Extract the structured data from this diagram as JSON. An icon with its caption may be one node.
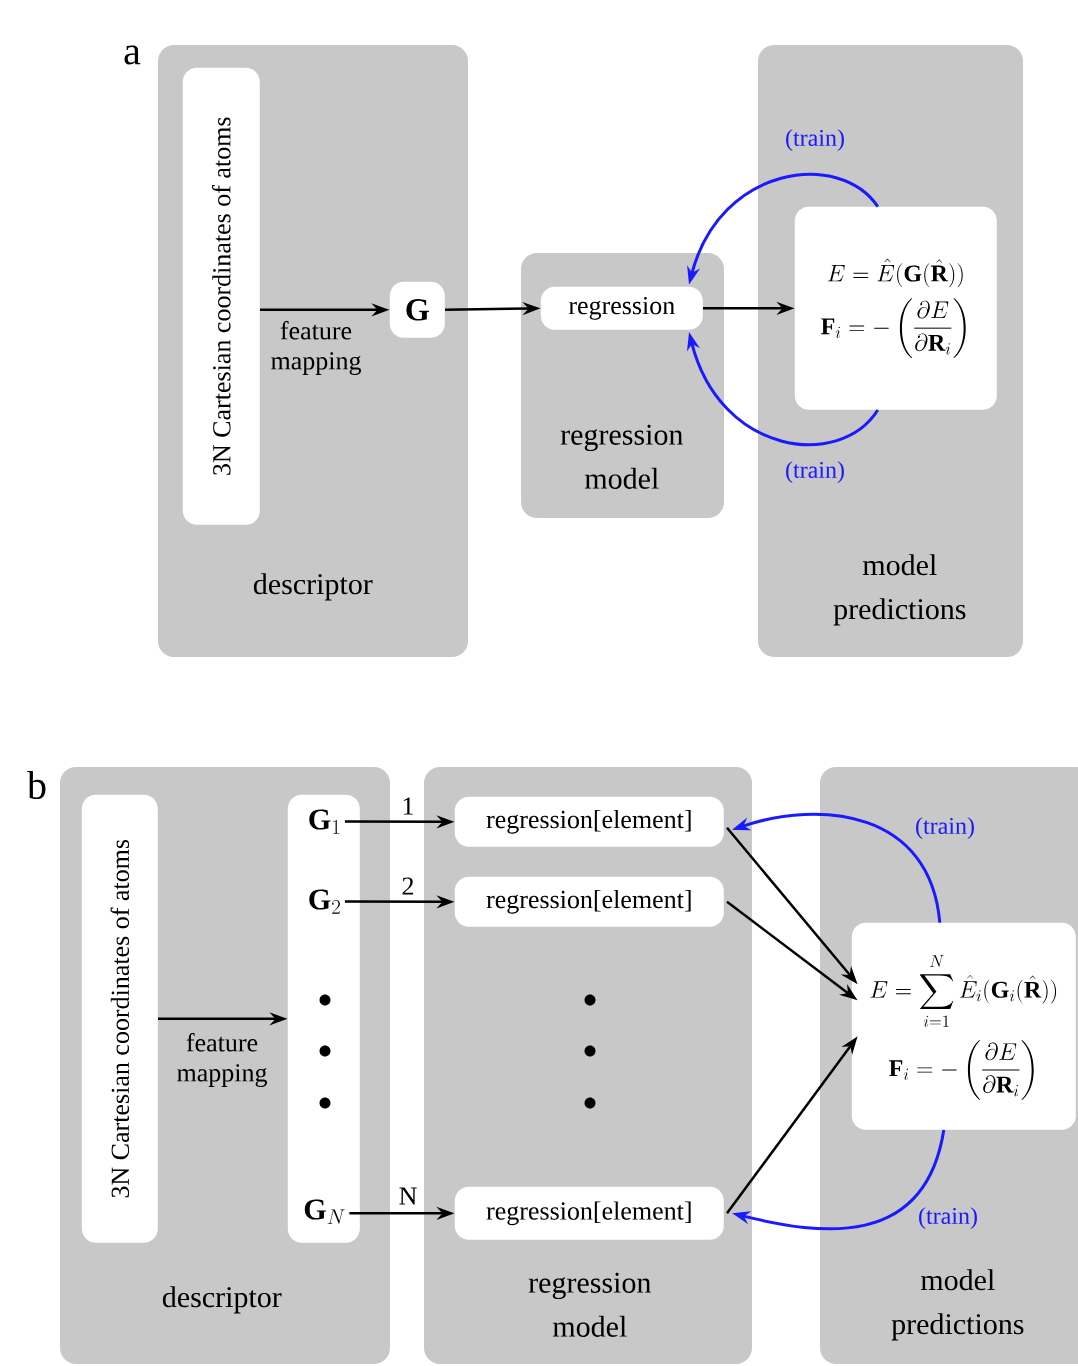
{
  "diagram": {
    "nodes": [
      {
        "text": [
          "descriptor"
        ]
      },
      {
        "text": [
          "3N Cartesian coordinates of atoms"
        ],
        "in": 0
      },
      {
        "text": [
          "\\mathbf{G}"
        ],
        "in": 0
      },
      {
        "text": [
          "regression model"
        ]
      },
      {
        "text": [
          "regression"
        ],
        "in": 3
      },
      {
        "text": [
          "model predictions"
        ]
      },
      {
        "text": [
          "E = \\hat{E}(\\mathbf{G}(\\hat{\\mathbf{R}}))",
          "\\mathbf{F}_i = -\\left(\\frac{\\partial E}{\\partial \\mathbf{R}_i}\\right)"
        ],
        "in": 5
      },
      {
        "text": [
          "descriptor"
        ]
      },
      {
        "text": [
          "3N Cartesian coordinates of atoms"
        ],
        "in": 7
      },
      {
        "text": [],
        "shape": "box",
        "in": 7
      },
      {
        "text": [
          "\\mathbf{G}_1"
        ],
        "in": 9
      },
      {
        "text": [
          "\\mathbf{G}_2"
        ],
        "in": 9
      },
      {
        "text": [
          "\\mathbf{G}_N"
        ],
        "in": 9
      },
      {
        "text": [
          "regression model"
        ]
      },
      {
        "text": [
          "regression[element]"
        ],
        "in": 13
      },
      {
        "text": [
          "regression[element]"
        ],
        "in": 13
      },
      {
        "text": [
          "regression[element]"
        ],
        "in": 13
      },
      {
        "text": [
          "model predictions"
        ]
      },
      {
        "text": [
          "E = \\sum_{i=1}^{N} \\hat{E}_i(\\mathbf{G}_i(\\hat{\\mathbf{R}}))",
          "\\mathbf{F}_i = -\\left(\\frac{\\partial E}{\\partial \\mathbf{R}_i}\\right)"
        ],
        "in": 17
      }
    ],
    "edges": [
      {
        "from": 1,
        "to": 2,
        "arrow": "to",
        "label": "feature mapping"
      },
      {
        "from": 2,
        "to": 4,
        "arrow": "to"
      },
      {
        "from": 4,
        "to": 6,
        "arrow": "to"
      },
      {
        "from": 6,
        "to": 4,
        "arrow": "to",
        "label": "(train)",
        "color": "#1a1aff"
      },
      {
        "from": 6,
        "to": 4,
        "arrow": "to",
        "label": "(train)",
        "color": "#1a1aff"
      },
      {
        "from": 8,
        "to": 9,
        "arrow": "to",
        "label": "feature mapping"
      },
      {
        "from": 10,
        "to": 14,
        "arrow": "to",
        "label": "1"
      },
      {
        "from": 11,
        "to": 15,
        "arrow": "to",
        "label": "2"
      },
      {
        "from": 12,
        "to": 16,
        "arrow": "to",
        "label": "N"
      },
      {
        "from": 14,
        "to": 18,
        "arrow": "to"
      },
      {
        "from": 15,
        "to": 18,
        "arrow": "to"
      },
      {
        "from": 16,
        "to": 18,
        "arrow": "to"
      },
      {
        "from": 18,
        "to": 14,
        "arrow": "to",
        "label": "(train)",
        "color": "#1a1aff"
      },
      {
        "from": 18,
        "to": 16,
        "arrow": "to",
        "label": "(train)",
        "color": "#1a1aff"
      }
    ],
    "labels": [
      "a",
      "b"
    ]
  }
}
